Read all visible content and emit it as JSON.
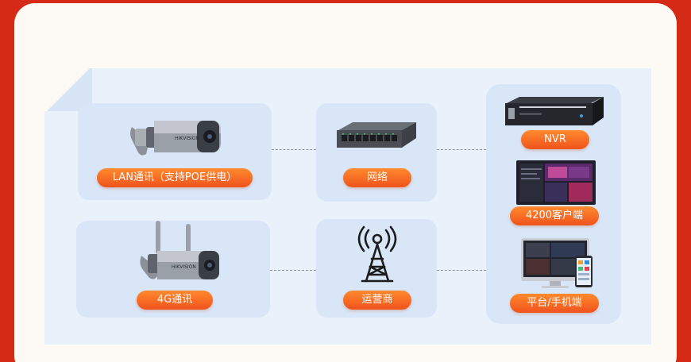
{
  "nodes": {
    "lan_camera": {
      "label": "LAN通讯（支持POE供电）",
      "brand": "HIKVISION"
    },
    "network": {
      "label": "网络"
    },
    "g4_camera": {
      "label": "4G通讯",
      "brand": "HIKVISION"
    },
    "carrier": {
      "label": "运营商"
    },
    "nvr": {
      "label": "NVR"
    },
    "client": {
      "label": "4200客户端"
    },
    "platform": {
      "label": "平台/手机端"
    }
  },
  "colors": {
    "background": "#d42a16",
    "card": "#fdfaf6",
    "panel": "#e9f1fb",
    "node_box": "#d8e6f8",
    "pill_top": "#ff8a2e",
    "pill_bottom": "#f0521c"
  },
  "icons": [
    "bullet-camera-icon",
    "bullet-camera-antenna-icon",
    "network-switch-icon",
    "cell-tower-icon",
    "nvr-recorder-icon",
    "monitor-client-icon",
    "desktop-mobile-icon"
  ]
}
